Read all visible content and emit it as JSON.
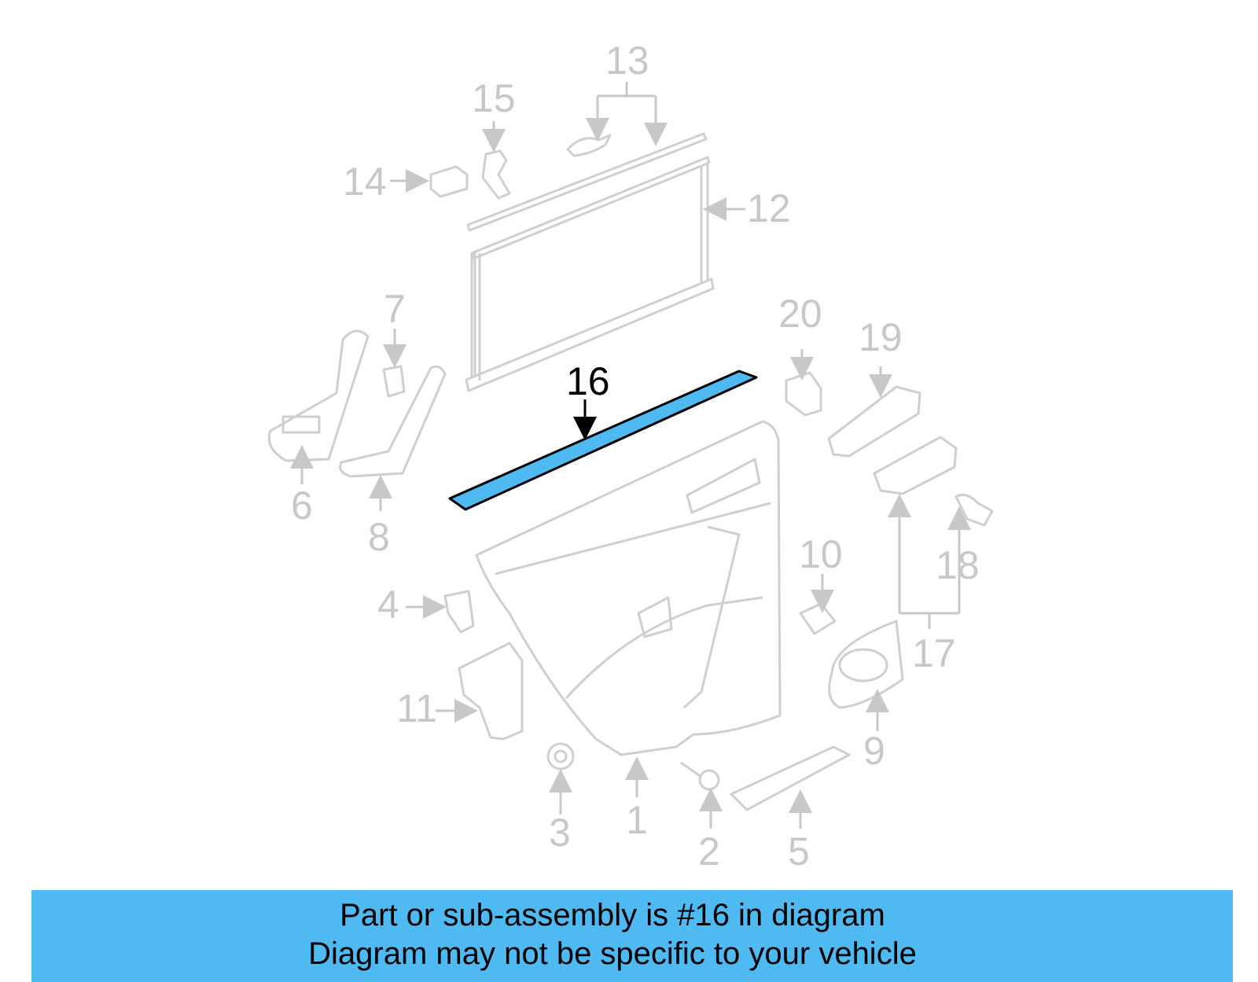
{
  "highlight": {
    "number": "16",
    "color": "#4fb9f2"
  },
  "callouts": [
    "1",
    "2",
    "3",
    "4",
    "5",
    "6",
    "7",
    "8",
    "9",
    "10",
    "11",
    "12",
    "13",
    "14",
    "15",
    "17",
    "18",
    "19",
    "20"
  ],
  "banner": {
    "line1": "Part or sub-assembly is #16 in diagram",
    "line2": "Diagram may not be specific to your vehicle"
  }
}
